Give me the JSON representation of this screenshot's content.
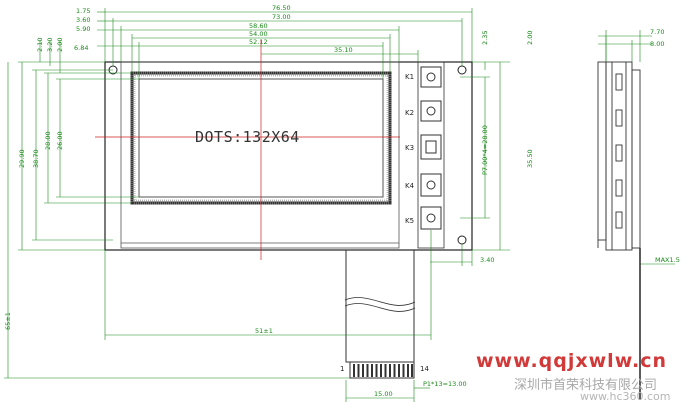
{
  "top_dims": [
    "76.50",
    "73.00",
    "58.60",
    "54.00",
    "52.12",
    "35.10"
  ],
  "top_left_small": [
    "1.75",
    "3.60",
    "5.90",
    "6.84"
  ],
  "left_side_small": [
    "2.10",
    "3.20",
    "2.00"
  ],
  "right_top_dim": "2.35",
  "right_top_dim2": "2.00",
  "height_dims": [
    "28.00",
    "26.00",
    "38.70",
    "29.90"
  ],
  "pitch_label": "P7.00*4=28.00",
  "right_height": "35.50",
  "overall_height": "65±1",
  "bottom_dim": "51±1",
  "fpc_width": "15.00",
  "fpc_pitch": "P1*13=13.00",
  "right_small_dim": "3.40",
  "side_dims": [
    "7.70",
    "8.00"
  ],
  "side_max": "MAX1.5",
  "display_text": "DOTS:132X64",
  "keys": [
    "K1",
    "K2",
    "K3",
    "K4",
    "K5"
  ],
  "pin_first": "1",
  "pin_last": "14",
  "watermark_url": "www.qqjxwlw.cn",
  "watermark_company": "深圳市首荣科技有限公司",
  "watermark_site": "www.hc360.com"
}
